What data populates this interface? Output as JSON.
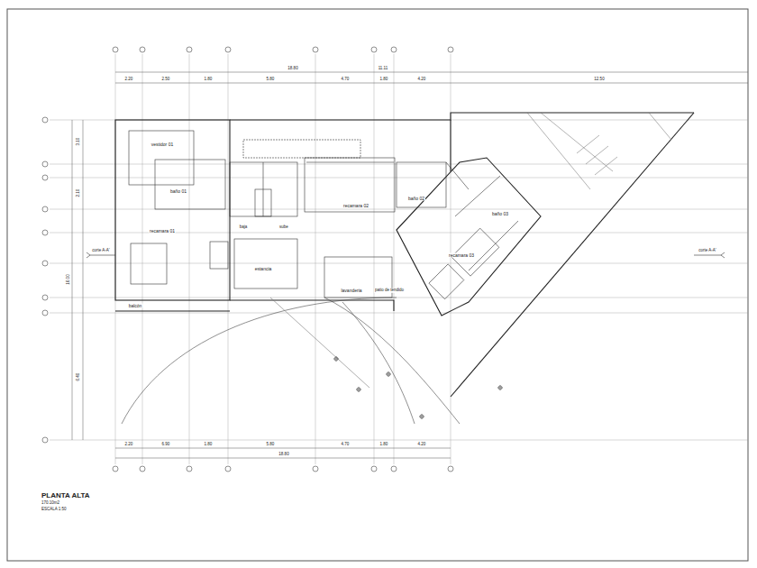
{
  "diagram": {
    "title": "PLANTA ALTA",
    "labels": [
      "vestidor 01",
      "baño 01",
      "recamara 01",
      "baja",
      "sube",
      "recamara 02",
      "baño 02",
      "baño 03",
      "recamara 03",
      "estancia",
      "lavanderia",
      "patio de tendido",
      "balcón",
      "corte A-A'",
      "corte A-A'",
      "2.20",
      "2.50",
      "1.80",
      "5.80",
      "4.70",
      "1.80",
      "4.20",
      "12.50",
      "18.80",
      "11.11",
      "2.20",
      "6.90",
      "1.80",
      "5.80",
      "4.70",
      "1.80",
      "4.20",
      "18.80",
      "3.10",
      "2.10",
      "16.00",
      "6.40",
      "170.10m2",
      "ESCALA 1:50"
    ]
  }
}
